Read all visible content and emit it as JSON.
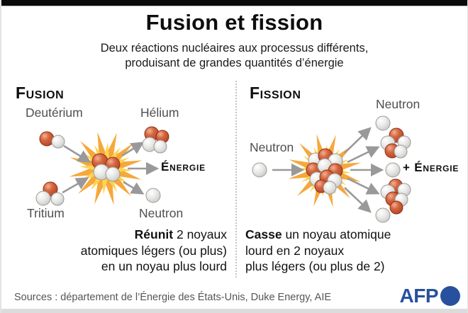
{
  "header": {
    "title": "Fusion et fission",
    "subtitle_line1": "Deux réactions nucléaires aux processus différents,",
    "subtitle_line2": "produisant de grandes quantités d’énergie"
  },
  "fusion": {
    "heading": "Fusion",
    "labels": {
      "deuterium": "Deutérium",
      "helium": "Hélium",
      "tritium": "Tritium",
      "neutron": "Neutron",
      "energy": "Énergie"
    },
    "description": {
      "line1_bold": "Réunit",
      "line1_rest": " 2 noyaux",
      "line2": "atomiques légers (ou plus)",
      "line3": "en un noyau plus lourd"
    }
  },
  "fission": {
    "heading": "Fission",
    "labels": {
      "neutron_in": "Neutron",
      "neutron_out": "Neutron",
      "energy": "+ Énergie"
    },
    "description": {
      "line1_bold": "Casse",
      "line1_rest": " un noyau atomique",
      "line2": "lourd en 2 noyaux",
      "line3": "plus légers (ou plus de 2)"
    }
  },
  "footer": {
    "sources": "Sources : département de l’Énergie des États-Unis, Duke Energy, AIE",
    "logo_text": "AFP"
  },
  "icons": {
    "proton_ball": "proton-sphere-icon",
    "neutron_ball": "neutron-sphere-icon",
    "starburst": "explosion-starburst-icon",
    "arrow": "gray-arrow-icon"
  },
  "colors": {
    "starburst_orange": "#F5A83B",
    "starburst_yellow": "#FFD34F",
    "proton_red": "#C75A38",
    "proton_red_dark": "#8E3016",
    "neutron_gray": "#E6E6E4",
    "neutron_gray_dark": "#9B9B99",
    "arrow_gray": "#999999",
    "afp_blue": "#27519E",
    "top_bar_black": "#0A0A0A"
  }
}
